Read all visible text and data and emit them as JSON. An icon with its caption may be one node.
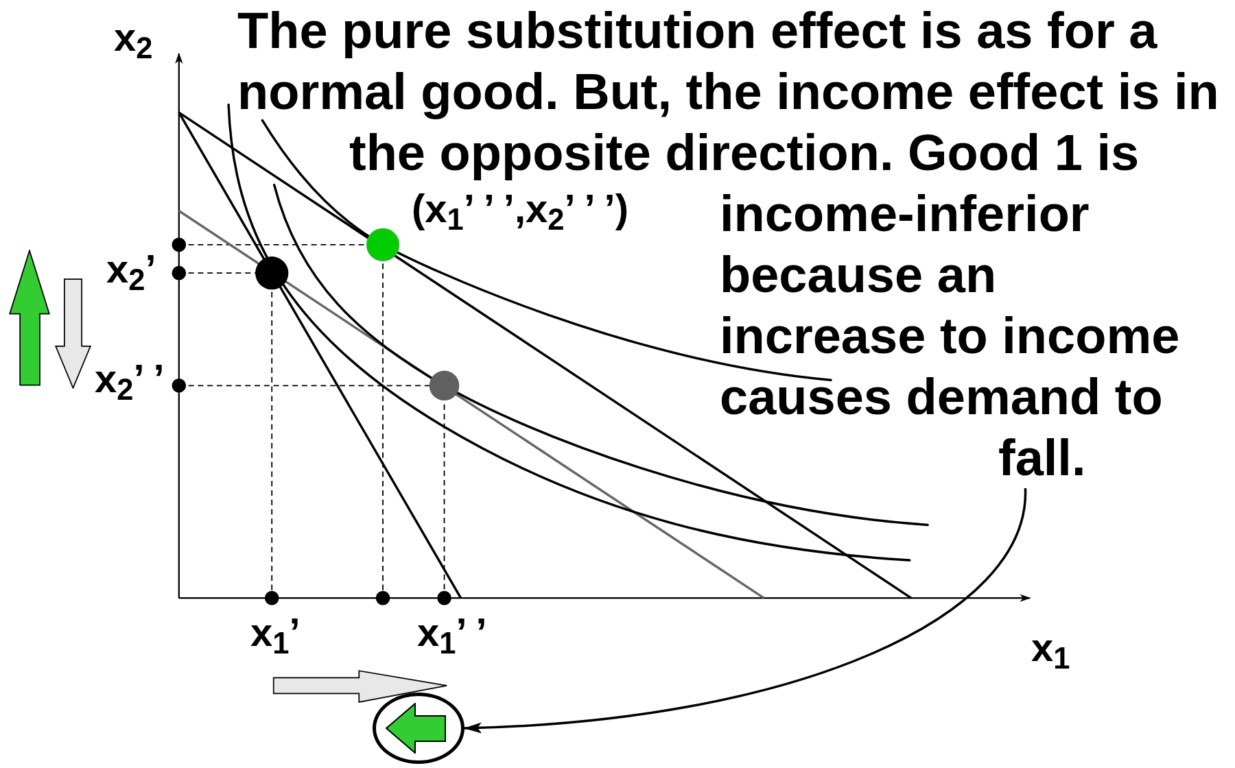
{
  "diagram": {
    "nodes": [
      {
        "text": [
          "The pure substitution effect is as for a normal good. But, the income effect is in the opposite direction. Good 1 is income-inferior because an increase to income causes demand to fall."
        ]
      },
      {
        "text": [],
        "shape": "circle"
      }
    ],
    "edges": [
      {
        "from": 0,
        "to": 1,
        "arrow": "to"
      }
    ],
    "labels": [
      "x$_{2}$",
      "(x$_{1}$’ ’ ’,x$_{2}$’ ’ ’)",
      "x$_{2}$’",
      "x$_{2}$’ ’",
      "x$_{1}$’",
      "x$_{1}$’ ’",
      "x$_{1}$"
    ]
  }
}
